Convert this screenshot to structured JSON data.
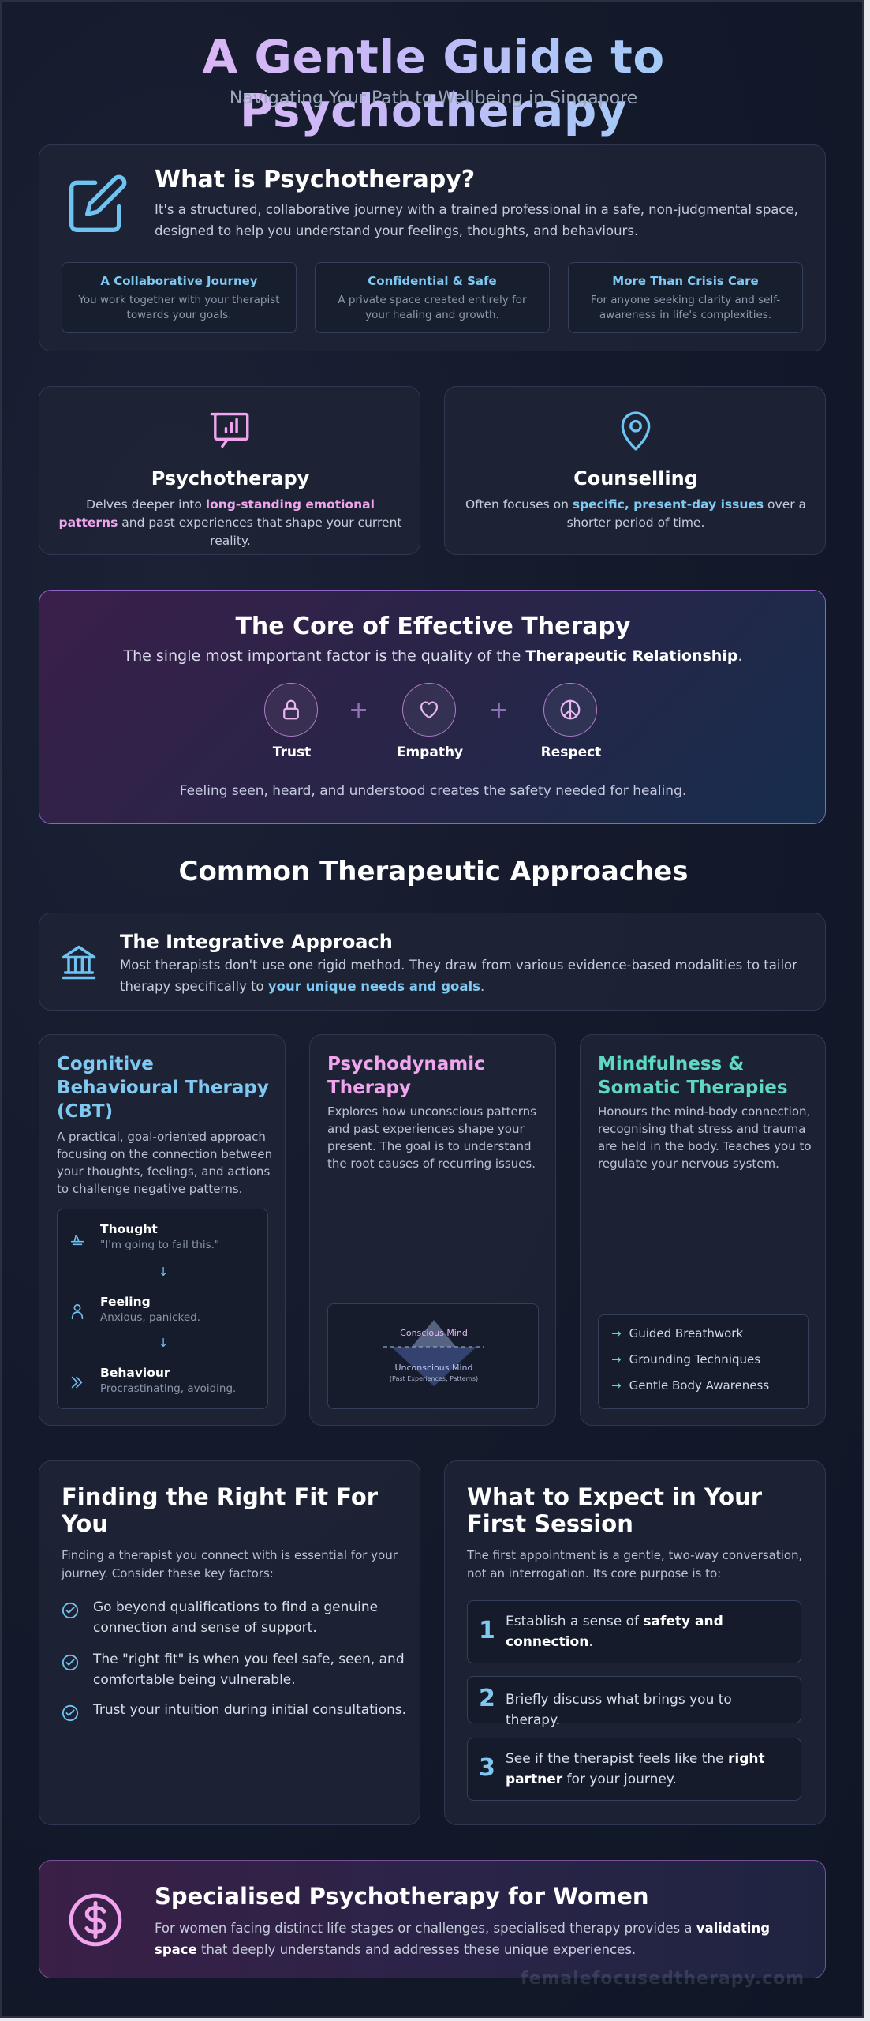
{
  "header": {
    "title": "A Gentle Guide to Psychotherapy",
    "subtitle": "Navigating Your Path to Wellbeing in Singapore"
  },
  "what_is": {
    "icon": "pencil-edit-icon",
    "heading": "What is Psychotherapy?",
    "description": "It's a structured, collaborative journey with a trained professional in a safe, non-judgmental space, designed to help you understand your feelings, thoughts, and behaviours.",
    "features": [
      {
        "title": "A Collaborative Journey",
        "desc": "You work together with your therapist towards your goals."
      },
      {
        "title": "Confidential & Safe",
        "desc": "A private space created entirely for your healing and growth."
      },
      {
        "title": "More Than Crisis Care",
        "desc": "For anyone seeking clarity and self-awareness in life's complexities."
      }
    ]
  },
  "comparison": {
    "psychotherapy": {
      "icon": "presentation-chart-icon",
      "title": "Psychotherapy",
      "desc_before": "Delves deeper into ",
      "desc_highlight": "long-standing emotional patterns",
      "desc_after": " and past experiences that shape your current reality."
    },
    "counselling": {
      "icon": "location-pin-icon",
      "title": "Counselling",
      "desc_before": "Often focuses on ",
      "desc_highlight": "specific, present-day issues",
      "desc_after": " over a shorter period of time."
    }
  },
  "core": {
    "heading": "The Core of Effective Therapy",
    "sub_before": "The single most important factor is the quality of the ",
    "sub_highlight": "Therapeutic Relationship",
    "sub_after": ".",
    "pillars": [
      {
        "label": "Trust",
        "icon": "lock-icon"
      },
      {
        "label": "Empathy",
        "icon": "heart-icon"
      },
      {
        "label": "Respect",
        "icon": "peace-icon"
      }
    ],
    "plus": "+",
    "footer": "Feeling seen, heard, and understood creates the safety needed for healing."
  },
  "approaches": {
    "heading": "Common Therapeutic Approaches",
    "integrative": {
      "icon": "bank-building-icon",
      "title": "The Integrative Approach",
      "desc_before": "Most therapists don't use one rigid method. They draw from various evidence-based modalities to tailor therapy specifically to ",
      "desc_highlight": "your unique needs and goals",
      "desc_after": "."
    },
    "cbt": {
      "title": "Cognitive Behavioural Therapy (CBT)",
      "desc": "A practical, goal-oriented approach focusing on the connection between your thoughts, feelings, and actions to challenge negative patterns.",
      "flow": [
        {
          "label": "Thought",
          "sub": "\"I'm going to fail this.\"",
          "icon": "brain-icon"
        },
        {
          "label": "Feeling",
          "sub": "Anxious, panicked.",
          "icon": "emotion-icon"
        },
        {
          "label": "Behaviour",
          "sub": "Procrastinating, avoiding.",
          "icon": "double-chevron-icon"
        }
      ],
      "arrow": "↓"
    },
    "psychodynamic": {
      "title": "Psychodynamic Therapy",
      "desc": "Explores how unconscious patterns and past experiences shape your present. The goal is to understand the root causes of recurring issues.",
      "conscious": "Conscious Mind",
      "unconscious": "Unconscious Mind",
      "unconscious_sub": "(Past Experiences, Patterns)"
    },
    "mindfulness": {
      "title": "Mindfulness & Somatic Therapies",
      "desc": "Honours the mind-body connection, recognising that stress and trauma are held in the body. Teaches you to regulate your nervous system.",
      "items": [
        "Guided Breathwork",
        "Grounding Techniques",
        "Gentle Body Awareness"
      ]
    }
  },
  "fit": {
    "title": "Finding the Right Fit For You",
    "intro": "Finding a therapist you connect with is essential for your journey. Consider these key factors:",
    "items": [
      "Go beyond qualifications to find a genuine connection and sense of support.",
      "The \"right fit\" is when you feel safe, seen, and comfortable being vulnerable.",
      "Trust your intuition during initial consultations."
    ]
  },
  "expect": {
    "title": "What to Expect in Your First Session",
    "intro": "The first appointment is a gentle, two-way conversation, not an interrogation. Its core purpose is to:",
    "steps": [
      {
        "num": "1",
        "before": "Establish a sense of ",
        "bold": "safety and connection",
        "after": "."
      },
      {
        "num": "2",
        "before": "Briefly discuss what brings you to therapy.",
        "bold": "",
        "after": ""
      },
      {
        "num": "3",
        "before": "See if the therapist feels like the ",
        "bold": "right partner",
        "after": " for your journey."
      }
    ]
  },
  "women": {
    "icon": "dollar-circle-icon",
    "title": "Specialised Psychotherapy for Women",
    "desc_before": "For women facing distinct life stages or challenges, specialised therapy provides a ",
    "desc_highlight": "validating space",
    "desc_after": " that deeply understands and addresses these unique experiences."
  },
  "footer": {
    "watermark": "femalefocusedtherapy.com"
  }
}
